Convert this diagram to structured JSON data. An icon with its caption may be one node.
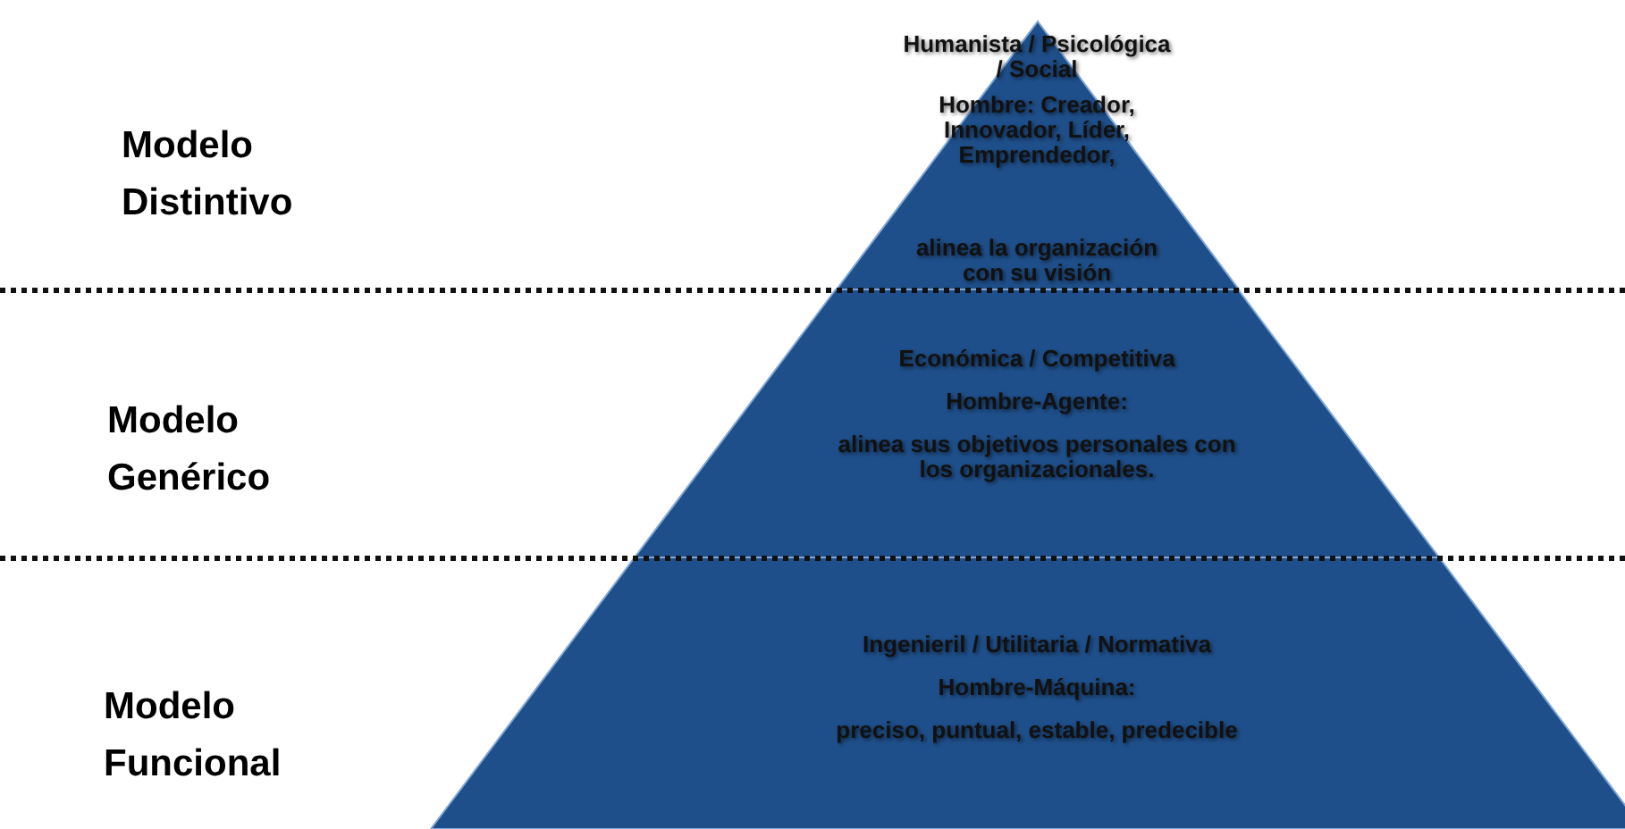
{
  "diagram": {
    "nodes": [
      {
        "text": [
          "Humanista / Psicológica / Social",
          "Hombre:  Creador, Innovador, Líder, Emprendedor,",
          "alinea la organización con su visión"
        ]
      },
      {
        "text": [
          "Económica / Competitiva",
          "Hombre-Agente:",
          "alinea sus objetivos personales con los organizacionales."
        ]
      },
      {
        "text": [
          "Ingenieril / Utilitaria / Normativa",
          "Hombre-Máquina:",
          "preciso, puntual, estable, predecible"
        ]
      }
    ],
    "labels": [
      "Modelo Distintivo",
      "Modelo Genérico",
      "Modelo Funcional"
    ]
  }
}
